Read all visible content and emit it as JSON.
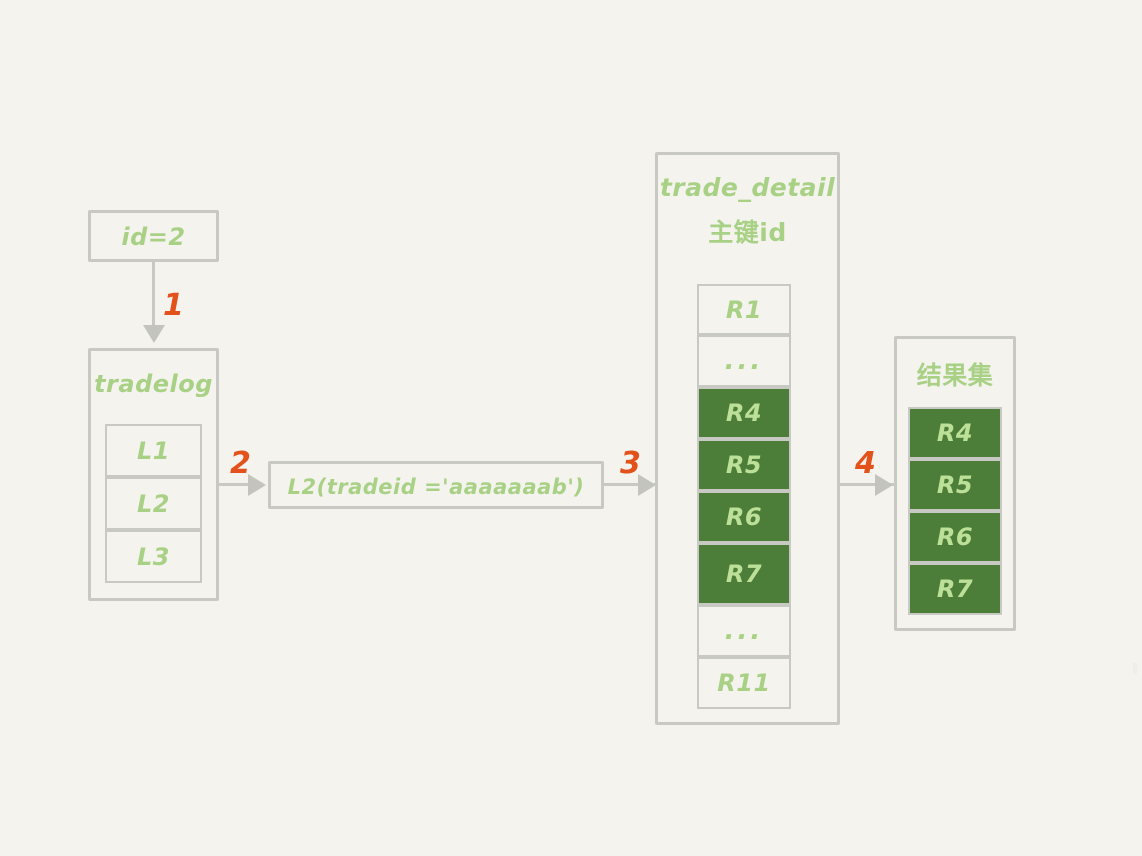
{
  "diagram": {
    "background_color": "#f4f3ee",
    "accent_green_fill": "#4d7e39",
    "text_green": "#a9d186",
    "step_color": "#e2521a",
    "border_color": "#c9c9c3"
  },
  "nodes": {
    "id_box": {
      "label": "id=2"
    },
    "tradelog": {
      "title": "tradelog",
      "rows": [
        {
          "label": "L1",
          "filled": false
        },
        {
          "label": "L2",
          "filled": false
        },
        {
          "label": "L3",
          "filled": false
        }
      ]
    },
    "lookup": {
      "label": "L2(tradeid ='aaaaaaab')"
    },
    "trade_detail": {
      "title_line1": "trade_detail",
      "title_line2": "主键id",
      "rows": [
        {
          "label": "R1",
          "filled": false
        },
        {
          "label": "...",
          "filled": false
        },
        {
          "label": "R4",
          "filled": true
        },
        {
          "label": "R5",
          "filled": true
        },
        {
          "label": "R6",
          "filled": true
        },
        {
          "label": "R7",
          "filled": true
        },
        {
          "label": "...",
          "filled": false
        },
        {
          "label": "R11",
          "filled": false
        }
      ]
    },
    "result_set": {
      "title": "结果集",
      "rows": [
        {
          "label": "R4",
          "filled": true
        },
        {
          "label": "R5",
          "filled": true
        },
        {
          "label": "R6",
          "filled": true
        },
        {
          "label": "R7",
          "filled": true
        }
      ]
    }
  },
  "steps": [
    {
      "number": "1"
    },
    {
      "number": "2"
    },
    {
      "number": "3"
    },
    {
      "number": "4"
    }
  ]
}
